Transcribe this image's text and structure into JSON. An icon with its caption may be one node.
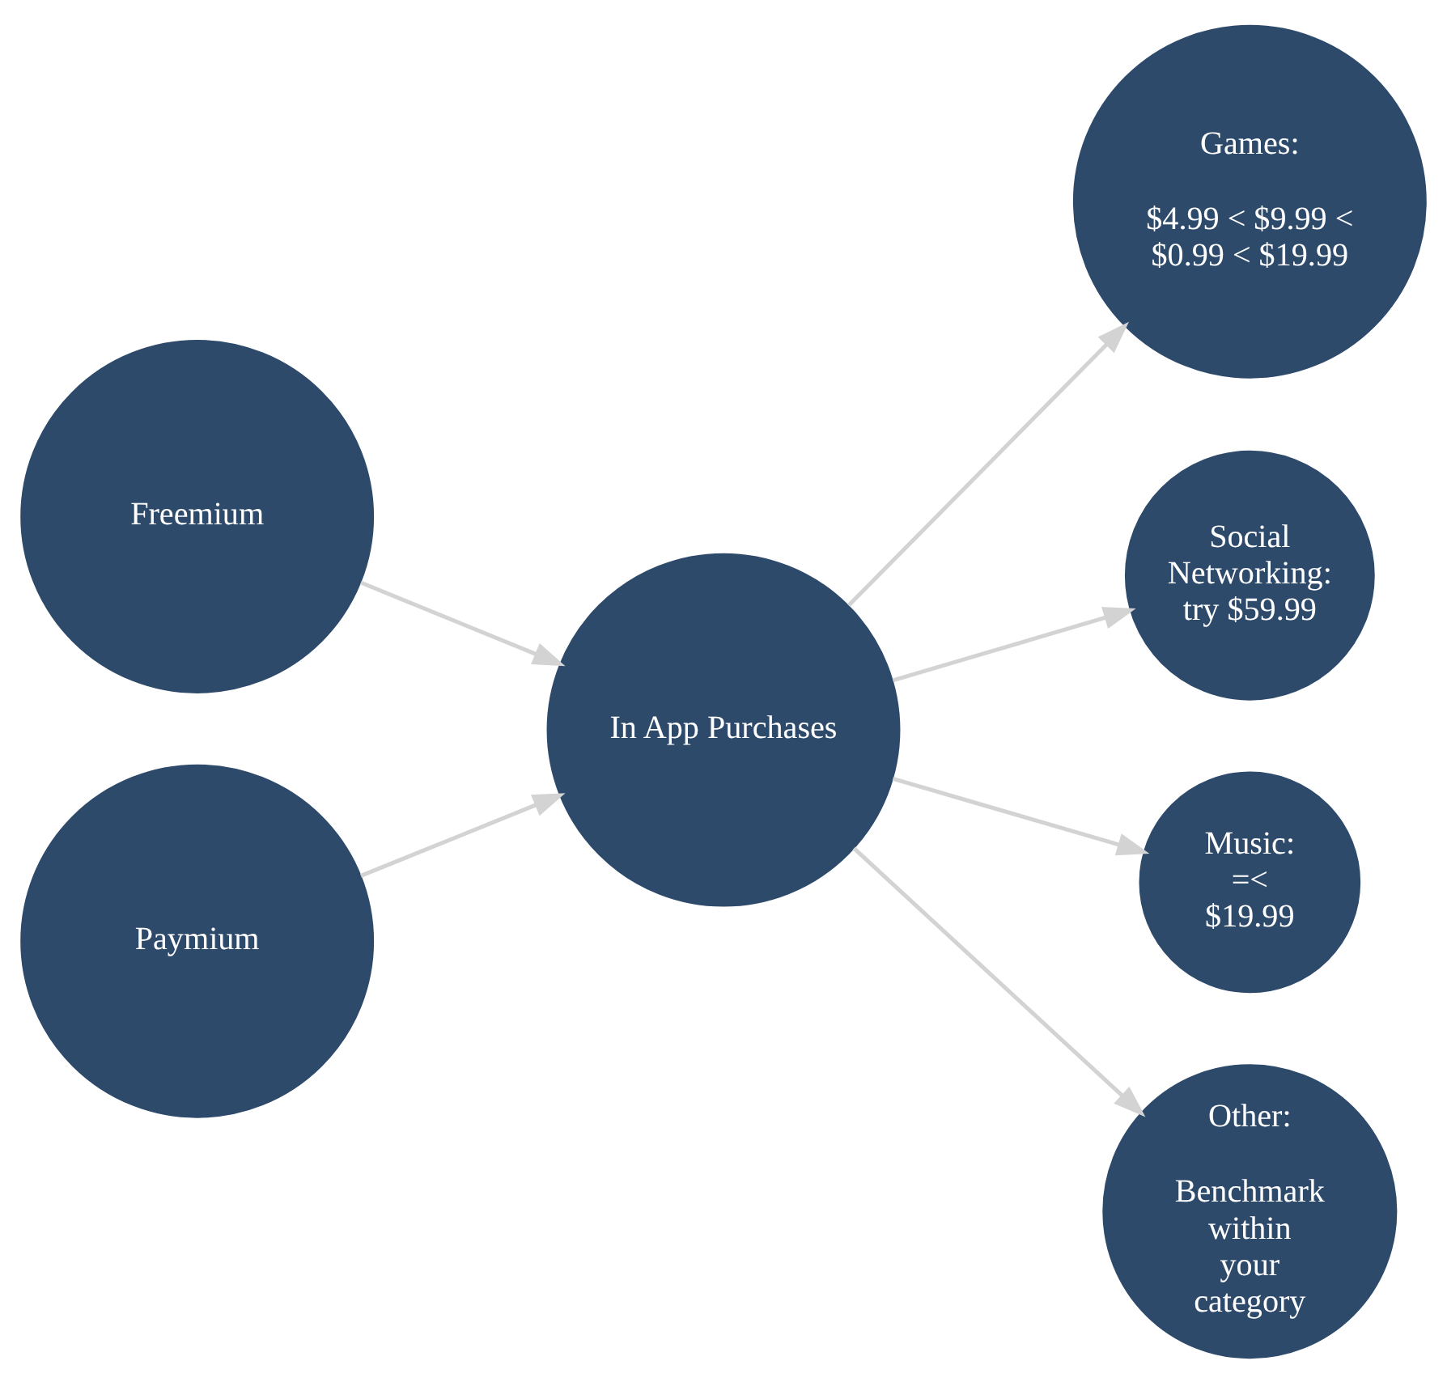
{
  "diagram": {
    "nodes": [
      {
        "text": [
          "Freemium"
        ]
      },
      {
        "text": [
          "Paymium"
        ]
      },
      {
        "text": [
          "In App Purchases"
        ]
      },
      {
        "text": [
          "Games:",
          "$4.99 < $9.99 < $0.99 < $19.99"
        ]
      },
      {
        "text": [
          "Social Networking: try $59.99"
        ]
      },
      {
        "text": [
          "Music: =< $19.99"
        ]
      },
      {
        "text": [
          "Other:",
          "Benchmark within your category"
        ]
      }
    ],
    "edges": [
      {
        "from": 0,
        "to": 2,
        "arrow": "to"
      },
      {
        "from": 1,
        "to": 2,
        "arrow": "to"
      },
      {
        "from": 2,
        "to": 3,
        "arrow": "to"
      },
      {
        "from": 2,
        "to": 4,
        "arrow": "to"
      },
      {
        "from": 2,
        "to": 5,
        "arrow": "to"
      },
      {
        "from": 2,
        "to": 6,
        "arrow": "to"
      }
    ]
  }
}
